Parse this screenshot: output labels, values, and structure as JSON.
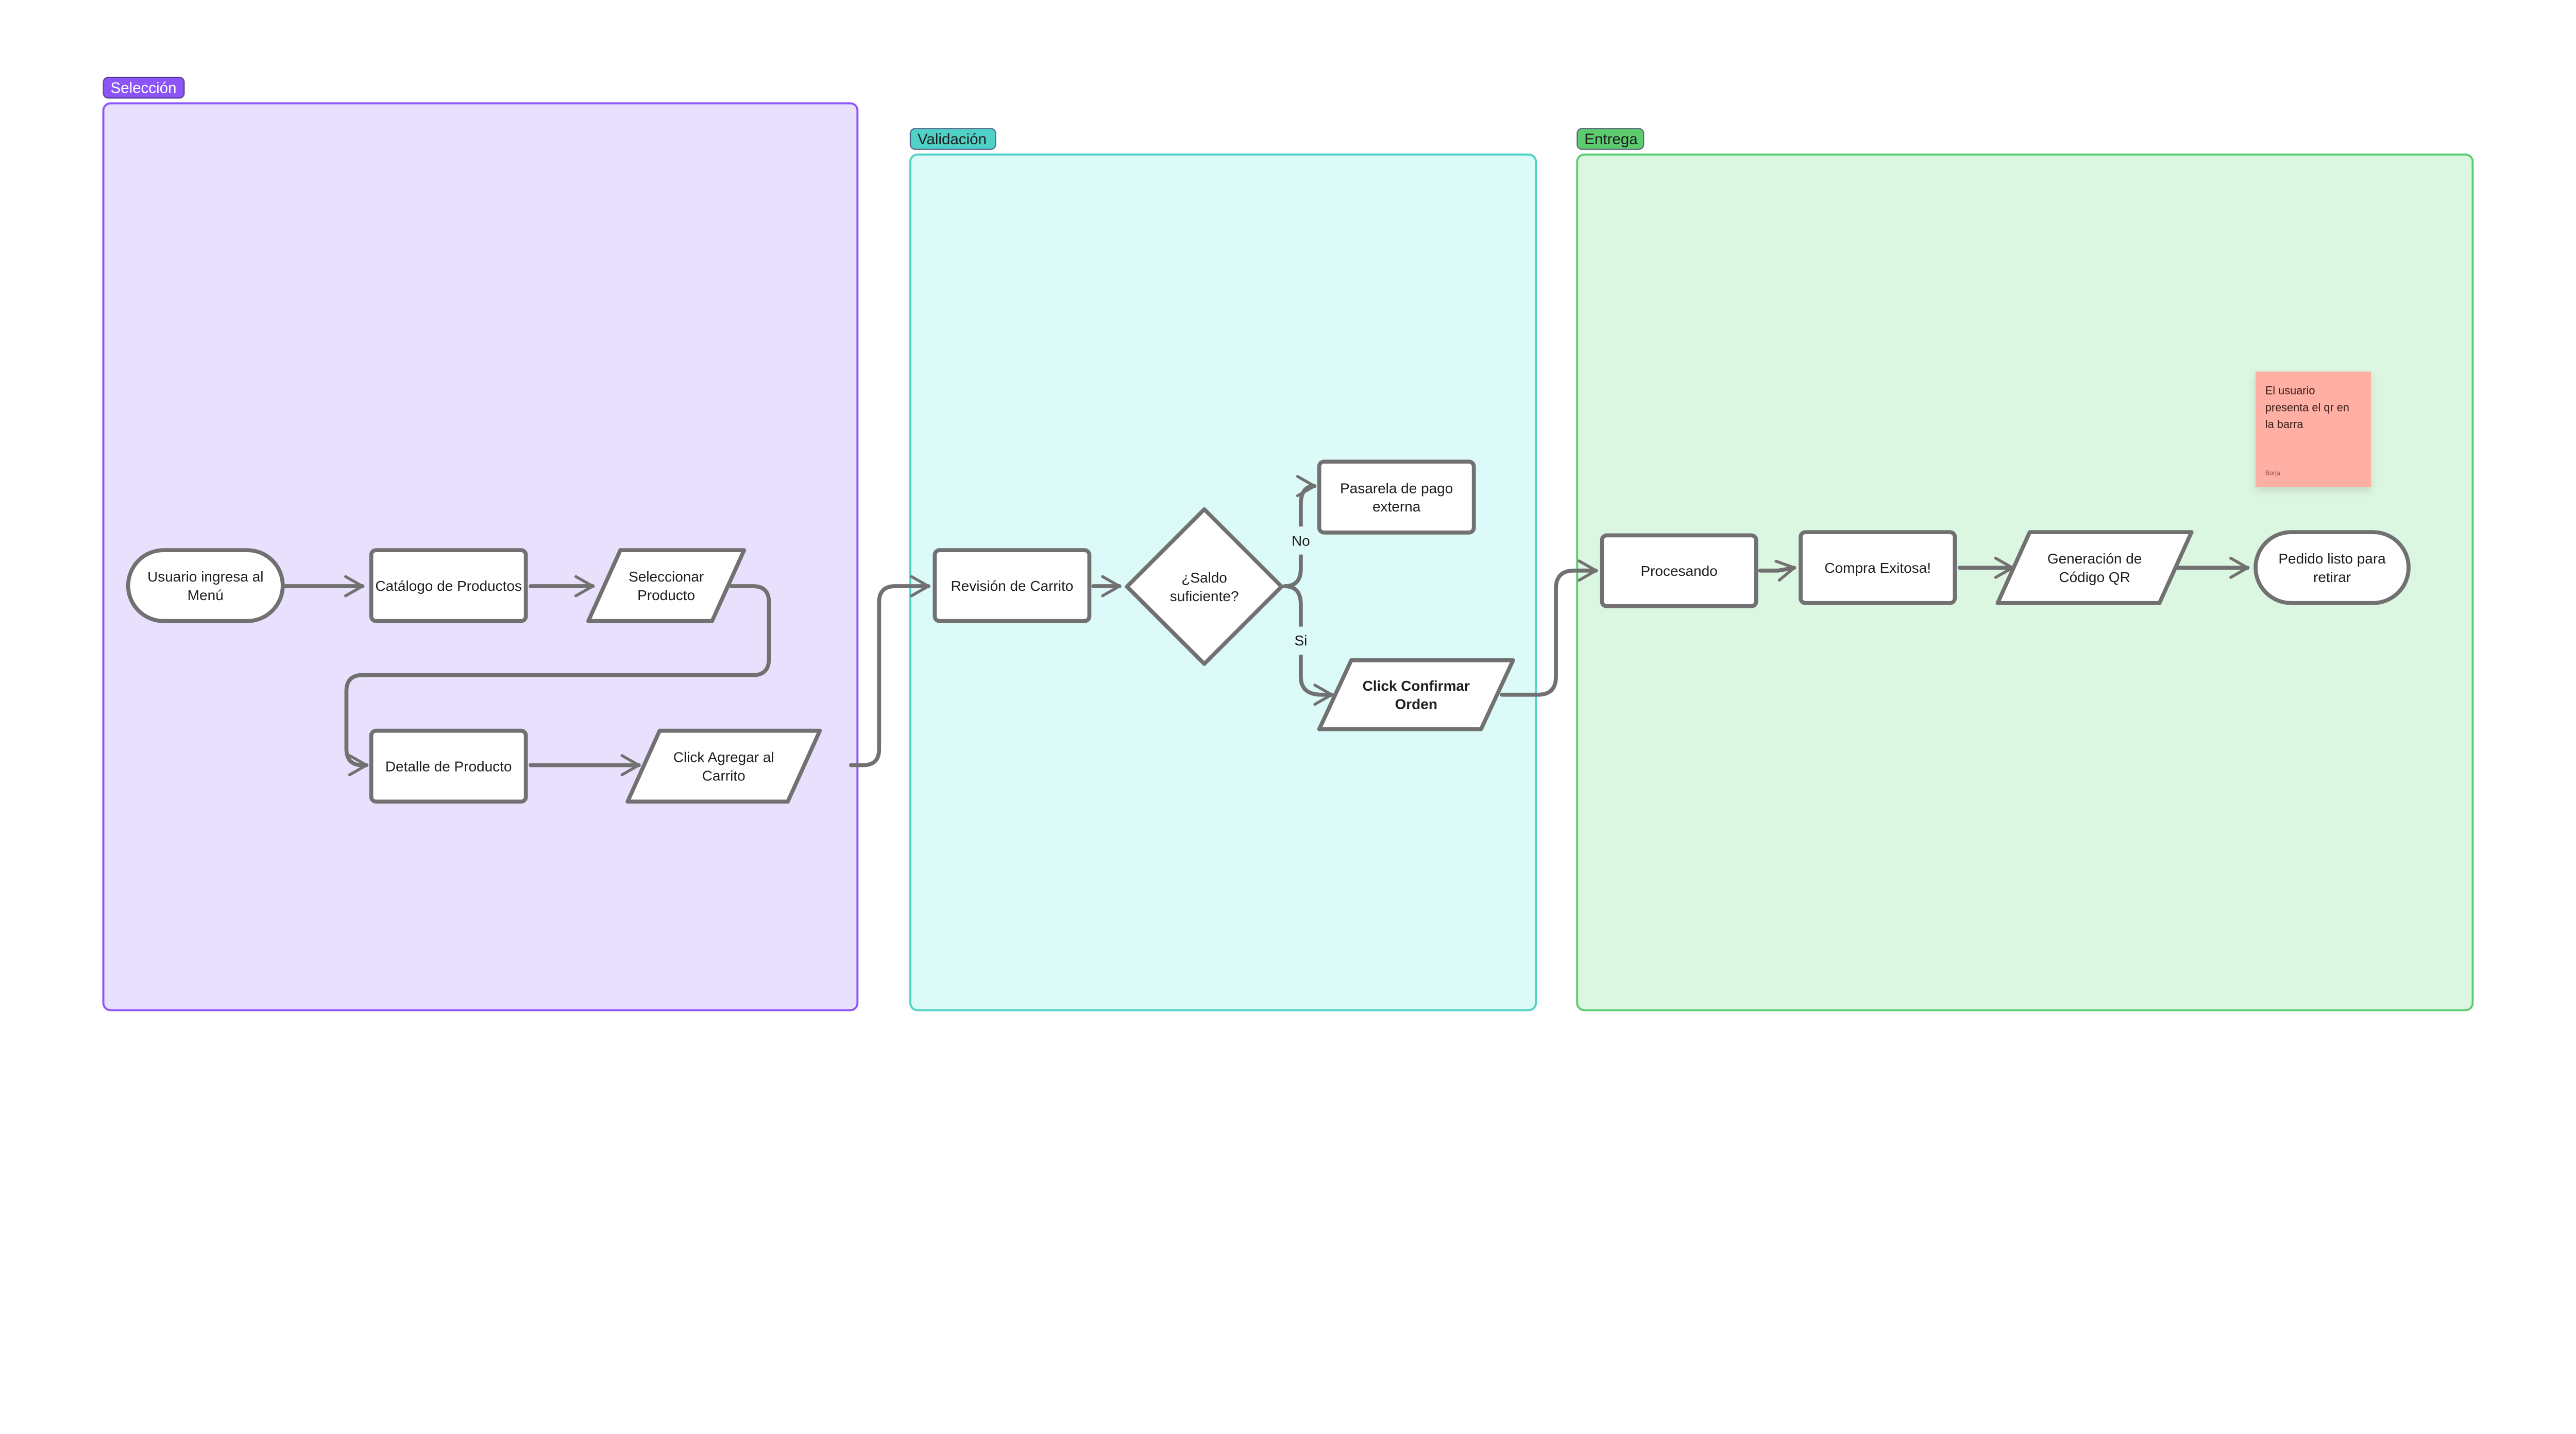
{
  "sections": [
    {
      "label": "Selección",
      "fill": "#e9e0fe",
      "stroke": "#8b55f9",
      "label_bg": "#8b55f9",
      "label_text": "#ffffff"
    },
    {
      "label": "Validación",
      "fill": "#dcfaf8",
      "stroke": "#4fd1c8",
      "label_bg": "#4fd1c8",
      "label_text": "#1e1e1e"
    },
    {
      "label": "Entrega",
      "fill": "#dcf7e1",
      "stroke": "#5ccc6e",
      "label_bg": "#5ccc6e",
      "label_text": "#1e1e1e"
    }
  ],
  "nodes": [
    {
      "shape": "terminal",
      "lines": [
        "Usuario ingresa al",
        "Menú"
      ]
    },
    {
      "shape": "process",
      "lines": [
        "Catálogo de Productos"
      ]
    },
    {
      "shape": "io",
      "lines": [
        "Seleccionar",
        "Producto"
      ]
    },
    {
      "shape": "process",
      "lines": [
        "Detalle de Producto"
      ]
    },
    {
      "shape": "io",
      "lines": [
        "Click Agregar al",
        "Carrito"
      ]
    },
    {
      "shape": "process",
      "lines": [
        "Revisión de Carrito"
      ]
    },
    {
      "shape": "decision",
      "lines": [
        "¿Saldo",
        "suficiente?"
      ]
    },
    {
      "shape": "process",
      "lines": [
        "Pasarela de pago",
        "externa"
      ]
    },
    {
      "shape": "io",
      "lines": [
        "Click Confirmar",
        "Orden"
      ],
      "bold": true
    },
    {
      "shape": "process",
      "lines": [
        "Procesando"
      ]
    },
    {
      "shape": "process",
      "lines": [
        "Compra Exitosa!"
      ]
    },
    {
      "shape": "io",
      "lines": [
        "Generación de",
        "Código QR"
      ]
    },
    {
      "shape": "terminal",
      "lines": [
        "Pedido listo para",
        "retirar"
      ]
    }
  ],
  "edge_labels": {
    "no": "No",
    "si": "Si"
  },
  "sticky": {
    "lines": [
      "El usuario",
      "presenta el qr en",
      "la barra"
    ],
    "author": "Borja",
    "color": "#ffafa3"
  },
  "colors": {
    "connector": "#717171",
    "node_stroke": "#717171"
  }
}
